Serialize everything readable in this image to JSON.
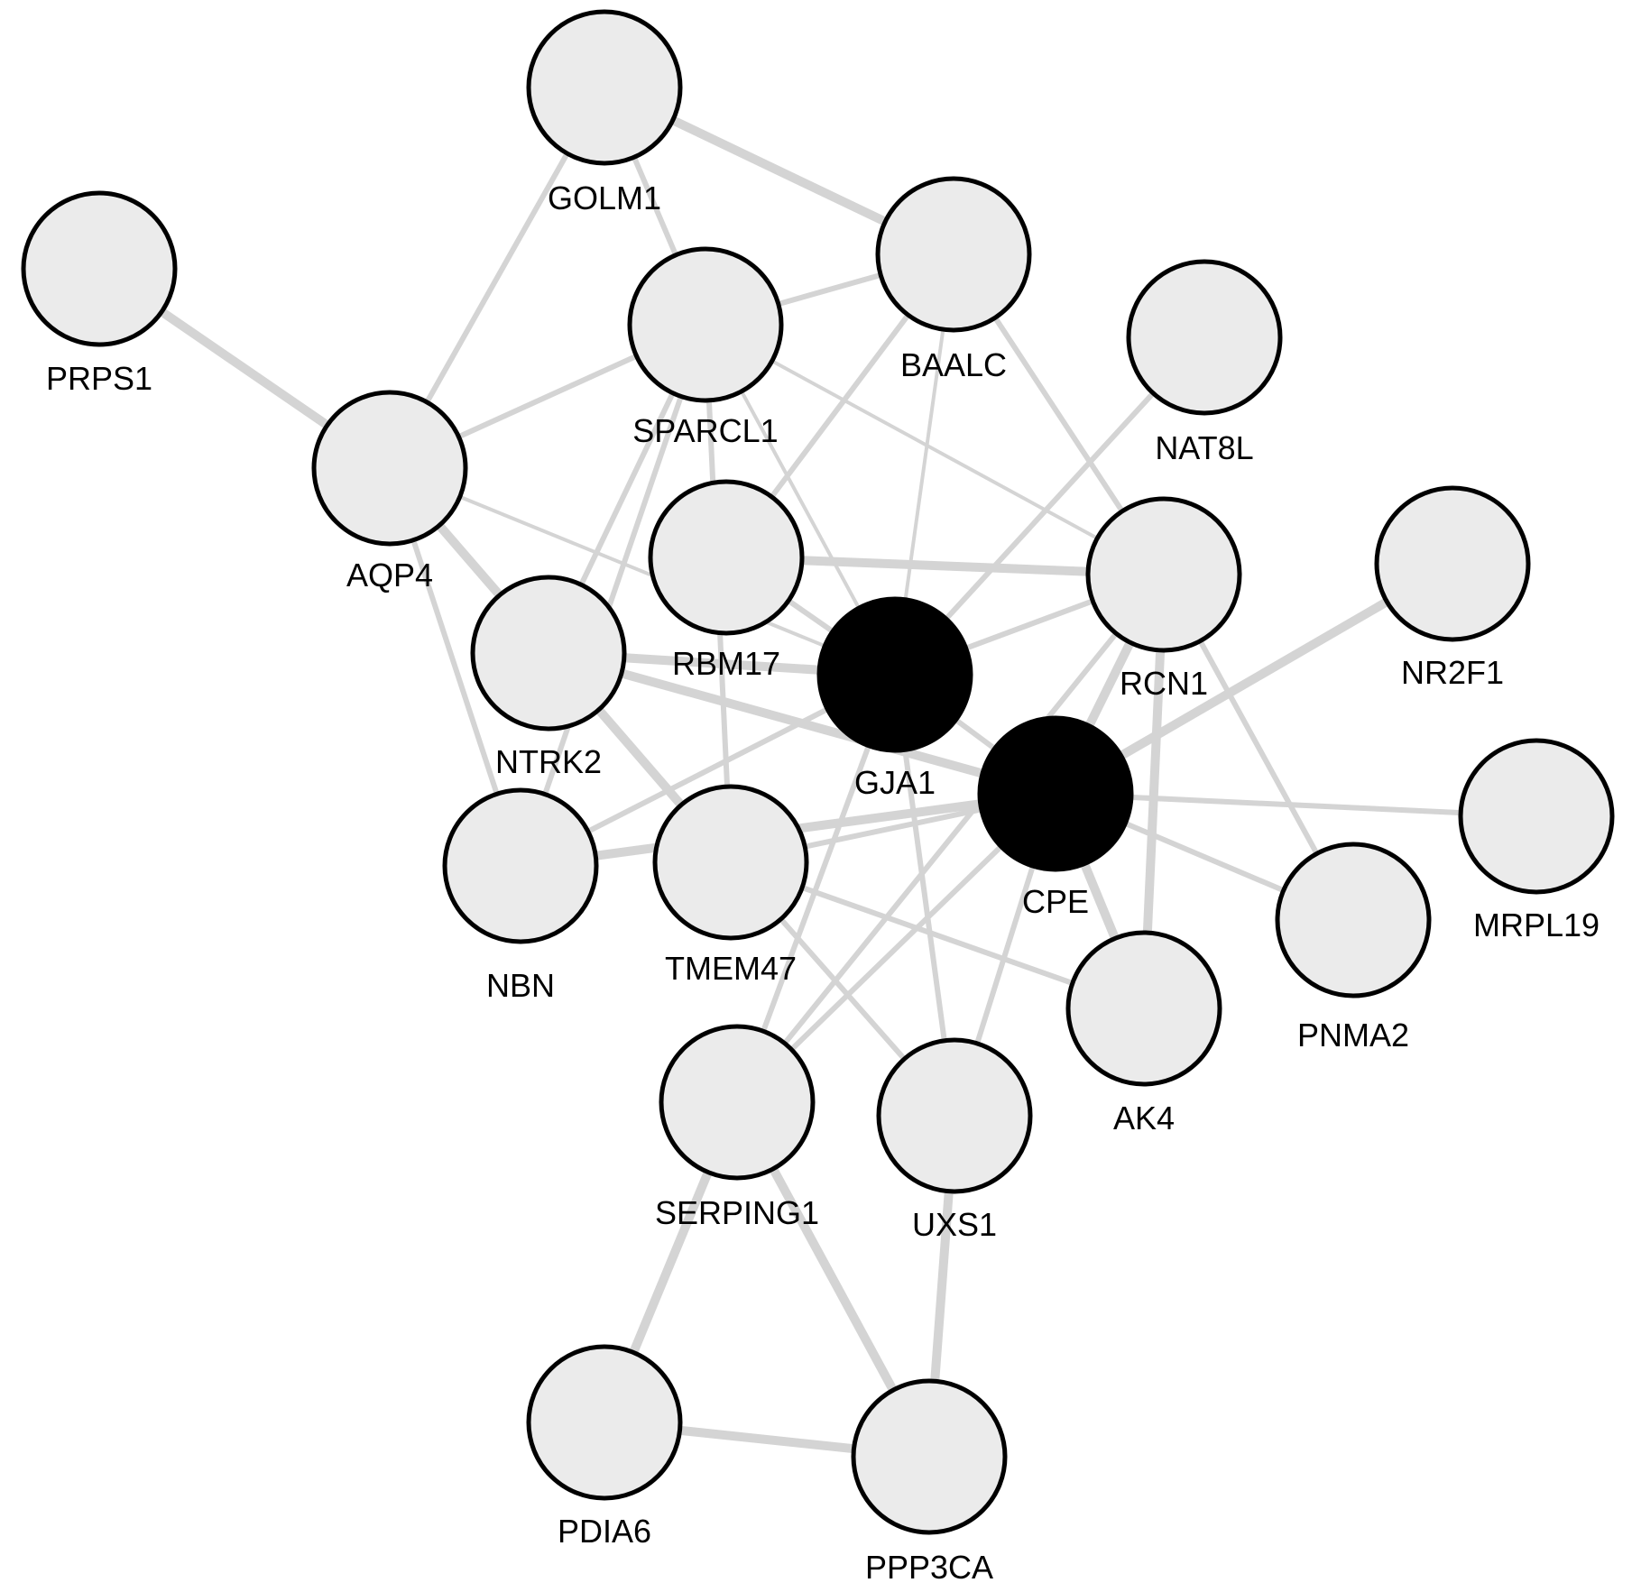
{
  "network": {
    "colors": {
      "query_node": "#000000",
      "related_node": "#ebebeb",
      "node_border": "#000000",
      "edge": "#d4d4d4",
      "label": "#000000"
    },
    "nodes": [
      {
        "id": "GOLM1",
        "label": "GOLM1",
        "query": false
      },
      {
        "id": "PRPS1",
        "label": "PRPS1",
        "query": false
      },
      {
        "id": "BAALC",
        "label": "BAALC",
        "query": false
      },
      {
        "id": "SPARCL1",
        "label": "SPARCL1",
        "query": false
      },
      {
        "id": "NAT8L",
        "label": "NAT8L",
        "query": false
      },
      {
        "id": "AQP4",
        "label": "AQP4",
        "query": false
      },
      {
        "id": "RBM17",
        "label": "RBM17",
        "query": false
      },
      {
        "id": "RCN1",
        "label": "RCN1",
        "query": false
      },
      {
        "id": "NR2F1",
        "label": "NR2F1",
        "query": false
      },
      {
        "id": "NTRK2",
        "label": "NTRK2",
        "query": false
      },
      {
        "id": "GJA1",
        "label": "GJA1",
        "query": true
      },
      {
        "id": "CPE",
        "label": "CPE",
        "query": true
      },
      {
        "id": "MRPL19",
        "label": "MRPL19",
        "query": false
      },
      {
        "id": "NBN",
        "label": "NBN",
        "query": false
      },
      {
        "id": "TMEM47",
        "label": "TMEM47",
        "query": false
      },
      {
        "id": "PNMA2",
        "label": "PNMA2",
        "query": false
      },
      {
        "id": "AK4",
        "label": "AK4",
        "query": false
      },
      {
        "id": "SERPING1",
        "label": "SERPING1",
        "query": false
      },
      {
        "id": "UXS1",
        "label": "UXS1",
        "query": false
      },
      {
        "id": "PDIA6",
        "label": "PDIA6",
        "query": false
      },
      {
        "id": "PPP3CA",
        "label": "PPP3CA",
        "query": false
      }
    ],
    "edges": [
      {
        "source": "GOLM1",
        "target": "BAALC",
        "weight": "strong"
      },
      {
        "source": "GOLM1",
        "target": "SPARCL1",
        "weight": "medium"
      },
      {
        "source": "GOLM1",
        "target": "AQP4",
        "weight": "medium"
      },
      {
        "source": "PRPS1",
        "target": "AQP4",
        "weight": "strong"
      },
      {
        "source": "SPARCL1",
        "target": "BAALC",
        "weight": "medium"
      },
      {
        "source": "SPARCL1",
        "target": "AQP4",
        "weight": "medium"
      },
      {
        "source": "SPARCL1",
        "target": "RCN1",
        "weight": "thin"
      },
      {
        "source": "SPARCL1",
        "target": "NTRK2",
        "weight": "medium"
      },
      {
        "source": "SPARCL1",
        "target": "NBN",
        "weight": "medium"
      },
      {
        "source": "SPARCL1",
        "target": "TMEM47",
        "weight": "medium"
      },
      {
        "source": "SPARCL1",
        "target": "GJA1",
        "weight": "thin"
      },
      {
        "source": "BAALC",
        "target": "RBM17",
        "weight": "medium"
      },
      {
        "source": "BAALC",
        "target": "GJA1",
        "weight": "thin"
      },
      {
        "source": "BAALC",
        "target": "RCN1",
        "weight": "medium"
      },
      {
        "source": "NAT8L",
        "target": "GJA1",
        "weight": "medium"
      },
      {
        "source": "AQP4",
        "target": "GJA1",
        "weight": "thin"
      },
      {
        "source": "AQP4",
        "target": "NBN",
        "weight": "medium"
      },
      {
        "source": "AQP4",
        "target": "TMEM47",
        "weight": "strong"
      },
      {
        "source": "RBM17",
        "target": "RCN1",
        "weight": "strong"
      },
      {
        "source": "RBM17",
        "target": "GJA1",
        "weight": "medium"
      },
      {
        "source": "NTRK2",
        "target": "GJA1",
        "weight": "strong"
      },
      {
        "source": "NTRK2",
        "target": "CPE",
        "weight": "strong"
      },
      {
        "source": "GJA1",
        "target": "RCN1",
        "weight": "medium"
      },
      {
        "source": "GJA1",
        "target": "CPE",
        "weight": "medium"
      },
      {
        "source": "GJA1",
        "target": "NBN",
        "weight": "medium"
      },
      {
        "source": "GJA1",
        "target": "UXS1",
        "weight": "medium"
      },
      {
        "source": "GJA1",
        "target": "SERPING1",
        "weight": "medium"
      },
      {
        "source": "RCN1",
        "target": "CPE",
        "weight": "strong"
      },
      {
        "source": "RCN1",
        "target": "AK4",
        "weight": "strong"
      },
      {
        "source": "RCN1",
        "target": "PNMA2",
        "weight": "medium"
      },
      {
        "source": "RCN1",
        "target": "SERPING1",
        "weight": "medium"
      },
      {
        "source": "NR2F1",
        "target": "CPE",
        "weight": "strong"
      },
      {
        "source": "CPE",
        "target": "MRPL19",
        "weight": "medium"
      },
      {
        "source": "CPE",
        "target": "PNMA2",
        "weight": "medium"
      },
      {
        "source": "CPE",
        "target": "NBN",
        "weight": "strong"
      },
      {
        "source": "CPE",
        "target": "TMEM47",
        "weight": "medium"
      },
      {
        "source": "CPE",
        "target": "AK4",
        "weight": "strong"
      },
      {
        "source": "CPE",
        "target": "UXS1",
        "weight": "medium"
      },
      {
        "source": "CPE",
        "target": "SERPING1",
        "weight": "medium"
      },
      {
        "source": "TMEM47",
        "target": "AK4",
        "weight": "medium"
      },
      {
        "source": "TMEM47",
        "target": "UXS1",
        "weight": "medium"
      },
      {
        "source": "SERPING1",
        "target": "PDIA6",
        "weight": "strong"
      },
      {
        "source": "SERPING1",
        "target": "PPP3CA",
        "weight": "strong"
      },
      {
        "source": "UXS1",
        "target": "PPP3CA",
        "weight": "strong"
      },
      {
        "source": "PDIA6",
        "target": "PPP3CA",
        "weight": "strong"
      }
    ]
  }
}
